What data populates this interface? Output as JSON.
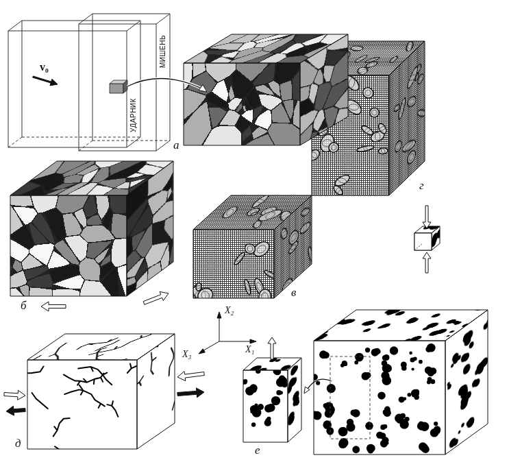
{
  "diagram": {
    "labels": [
      "v₀",
      "УДАРНИК",
      "МИШЕНЬ",
      "а",
      "г",
      "б",
      "X₂",
      "X₃",
      "X₁",
      "в",
      "д",
      "е"
    ]
  }
}
